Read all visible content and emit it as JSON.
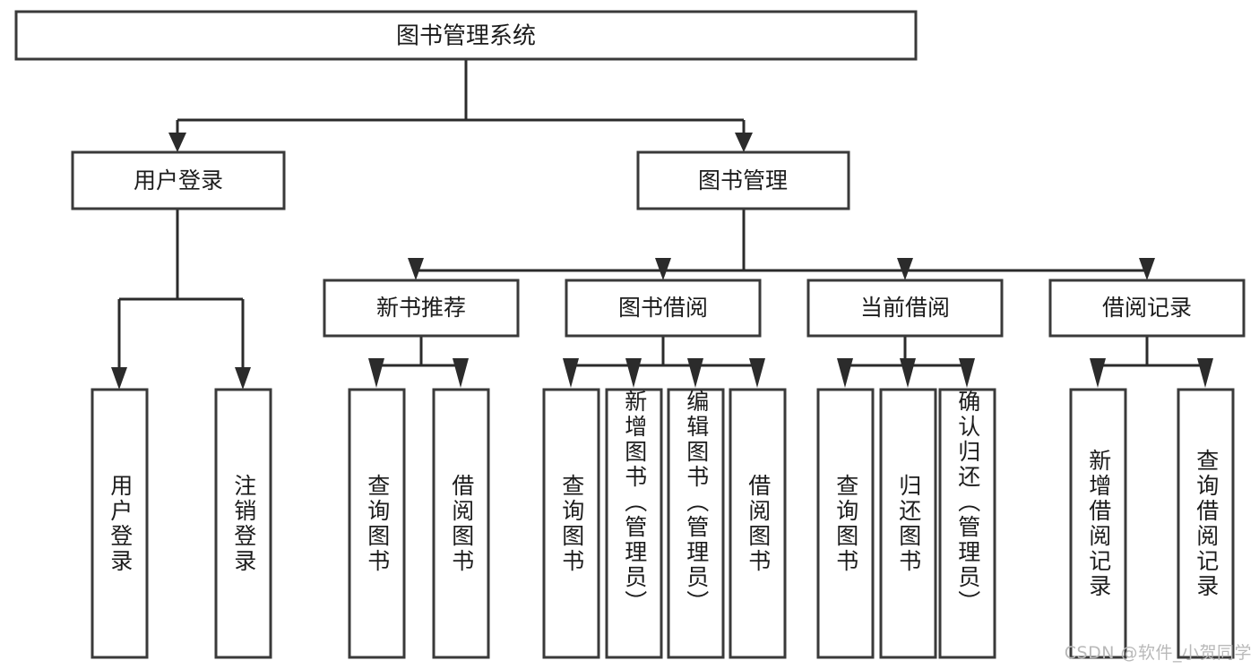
{
  "diagram": {
    "title": "图书管理系统",
    "type": "hierarchy-tree",
    "orientation": "top-down",
    "colors": {
      "background": "#ffffff",
      "box_fill": "#ffffff",
      "box_stroke": "#3a3a3a",
      "connector": "#2b2b2b",
      "text": "#1c1c1c",
      "watermark": "#b9b9b9"
    },
    "root": {
      "label": "图书管理系统",
      "name": "node-root-library-management-system"
    },
    "level2": [
      {
        "label": "用户登录",
        "name": "node-user-login"
      },
      {
        "label": "图书管理",
        "name": "node-book-management"
      }
    ],
    "level3": [
      {
        "label": "新书推荐",
        "name": "node-new-book-recommendation"
      },
      {
        "label": "图书借阅",
        "name": "node-book-borrowing"
      },
      {
        "label": "当前借阅",
        "name": "node-current-borrowing"
      },
      {
        "label": "借阅记录",
        "name": "node-borrowing-records"
      }
    ],
    "leaves": {
      "user_login": [
        {
          "label": "用户登录",
          "name": "leaf-user-login"
        },
        {
          "label": "注销登录",
          "name": "leaf-logout"
        }
      ],
      "new_book_recommendation": [
        {
          "label": "查询图书",
          "name": "leaf-query-books-recommend"
        },
        {
          "label": "借阅图书",
          "name": "leaf-borrow-books-recommend"
        }
      ],
      "book_borrowing": [
        {
          "label": "查询图书",
          "name": "leaf-query-books-borrow"
        },
        {
          "label": "新增图书（管理员）",
          "name": "leaf-add-book-admin"
        },
        {
          "label": "编辑图书（管理员）",
          "name": "leaf-edit-book-admin"
        },
        {
          "label": "借阅图书",
          "name": "leaf-borrow-books"
        }
      ],
      "current_borrowing": [
        {
          "label": "查询图书",
          "name": "leaf-query-books-current"
        },
        {
          "label": "归还图书",
          "name": "leaf-return-books"
        },
        {
          "label": "确认归还（管理员）",
          "name": "leaf-confirm-return-admin"
        }
      ],
      "borrowing_records": [
        {
          "label": "新增借阅记录",
          "name": "leaf-add-borrow-record"
        },
        {
          "label": "查询借阅记录",
          "name": "leaf-query-borrow-record"
        }
      ]
    },
    "watermark": "CSDN @软件_小贺同学"
  }
}
